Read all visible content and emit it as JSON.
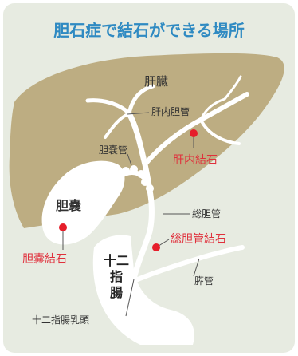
{
  "title": "胆石症で結石ができる場所",
  "labels": {
    "liver": "肝臓",
    "intrahepatic_duct": "肝内胆管",
    "cystic_duct": "胆嚢管",
    "intrahepatic_stone": "肝内結石",
    "gallbladder": "胆嚢",
    "gallbladder_stone": "胆嚢結石",
    "common_bile_duct": "総胆管",
    "common_bile_duct_stone": "総胆管結石",
    "duodenum": "十二指腸",
    "pancreatic_duct": "膵管",
    "papilla": "十二指腸乳頭"
  },
  "colors": {
    "background": "#e7ebe1",
    "liver": "#bdad82",
    "duct": "#ffffff",
    "title": "#2f8ac2",
    "stone_text": "#e0303c",
    "stone_dot": "#e61e2a",
    "label_text": "#333333"
  }
}
